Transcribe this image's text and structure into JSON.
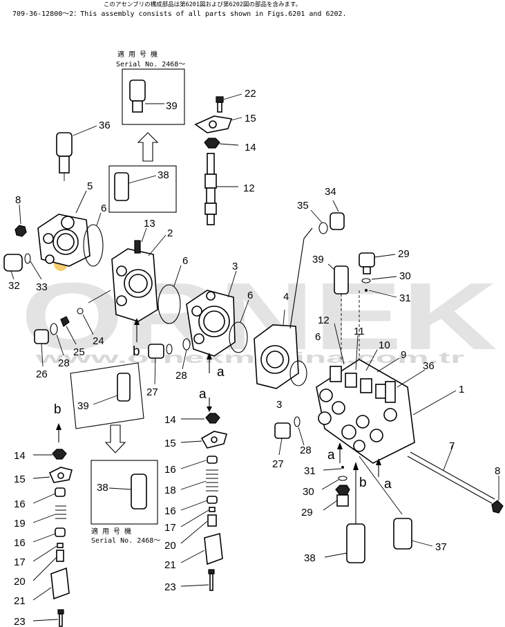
{
  "header": {
    "japanese_note": "このアセンブリの構成部品は第6201図および第6202図の部品を含みます。",
    "english_note": "709-36-12800～2：This assembly consists of all parts shown in Figs.6201 and 6202."
  },
  "serial_boxes": [
    {
      "jp": "適 用 号 機",
      "en": "Serial No. 2468～"
    },
    {
      "jp": "適 用 号 機",
      "en": "Serial No. 2468～"
    }
  ],
  "watermark": {
    "brand": "ORNEK",
    "url": "www.ornekmakina.com.tr",
    "color": "#e0e0e0",
    "accent": "#f2b83a"
  },
  "callouts": {
    "c22": "22",
    "c15a": "15",
    "c14a": "14",
    "c12a": "12",
    "c36a": "36",
    "c38a": "38",
    "c39a": "39",
    "c13": "13",
    "c2": "2",
    "c5": "5",
    "c8a": "8",
    "c6a": "6",
    "c6b": "6",
    "c6c": "6",
    "c6d": "6",
    "c3a": "3",
    "c4": "4",
    "c32": "32",
    "c33": "33",
    "c24": "24",
    "c25": "25",
    "c26": "26",
    "c28a": "28",
    "c28b": "28",
    "c27a": "27",
    "c39b": "39",
    "c34": "34",
    "c35": "35",
    "c29a": "29",
    "c30a": "30",
    "c31a": "31",
    "c39c": "39",
    "c12b": "12",
    "c11": "11",
    "c10": "10",
    "c9": "9",
    "c36b": "36",
    "c1": "1",
    "c3b": "3",
    "c28c": "28",
    "c27b": "27",
    "c7": "7",
    "c8b": "8",
    "c31b": "31",
    "c30b": "30",
    "c29b": "29",
    "c38b": "38",
    "c37": "37",
    "c14b": "14",
    "c15b": "15",
    "c16a": "16",
    "c18": "18",
    "c16b": "16",
    "c17a": "17",
    "c20a": "20",
    "c21a": "21",
    "c23a": "23",
    "c14c": "14",
    "c15c": "15",
    "c16c": "16",
    "c19": "19",
    "c16d": "16",
    "c17b": "17",
    "c20b": "20",
    "c21b": "21",
    "c23b": "23",
    "c38c": "38"
  },
  "letters": {
    "a1": "a",
    "a2": "a",
    "a3": "a",
    "a4": "a",
    "b1": "b",
    "b2": "b",
    "b3": "b"
  }
}
